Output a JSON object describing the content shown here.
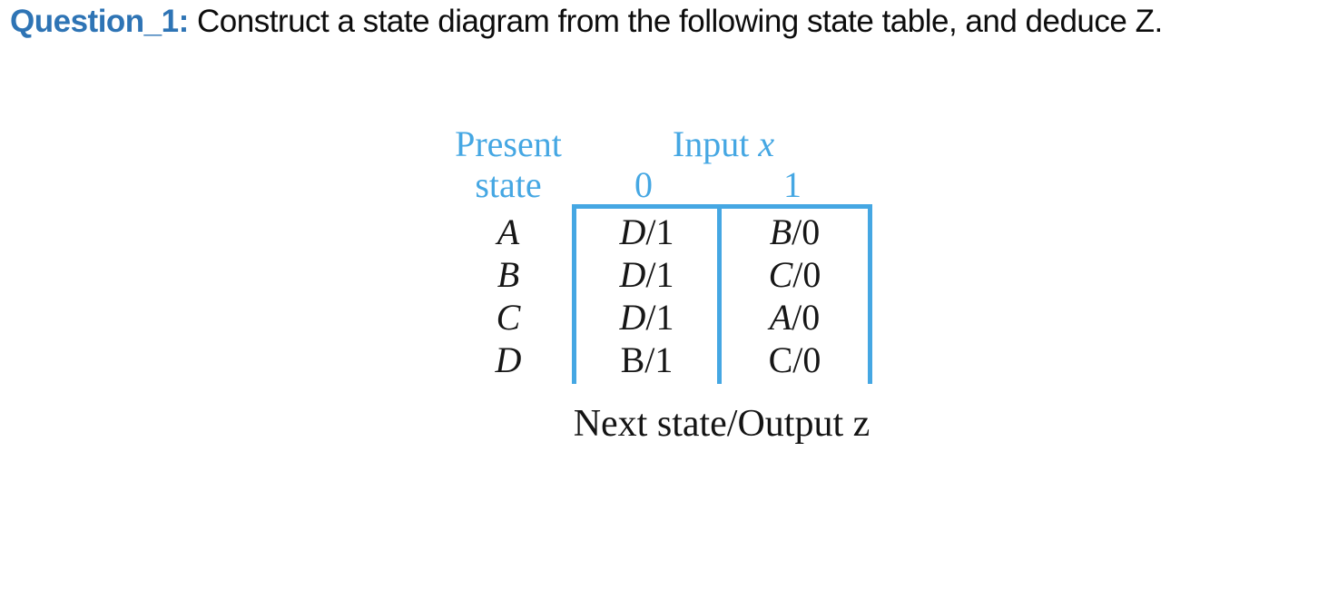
{
  "title": {
    "label": "Question_1:",
    "text": " Construct a state diagram from the following state table, and deduce Z."
  },
  "colors": {
    "title_blue": "#2e74b5",
    "table_blue": "#45a7e3",
    "text_black": "#141414"
  },
  "table": {
    "header_present_line1": "Present",
    "header_present_line2": "state",
    "header_input": "Input ",
    "header_input_var": "x",
    "col_labels": [
      "0",
      "1"
    ],
    "rows": [
      {
        "state": "A",
        "x0": {
          "letter": "D",
          "rest": "/1"
        },
        "x1": {
          "letter": "B",
          "rest": "/0"
        }
      },
      {
        "state": "B",
        "x0": {
          "letter": "D",
          "rest": "/1"
        },
        "x1": {
          "letter": "C",
          "rest": "/0"
        }
      },
      {
        "state": "C",
        "x0": {
          "letter": "D",
          "rest": "/1"
        },
        "x1": {
          "letter": "A",
          "rest": "/0"
        }
      },
      {
        "state": "D",
        "x0": {
          "letter": "B",
          "rest": "/1"
        },
        "x1": {
          "letter": "C",
          "rest": "/0"
        }
      }
    ],
    "caption": "Next state/Output z"
  }
}
